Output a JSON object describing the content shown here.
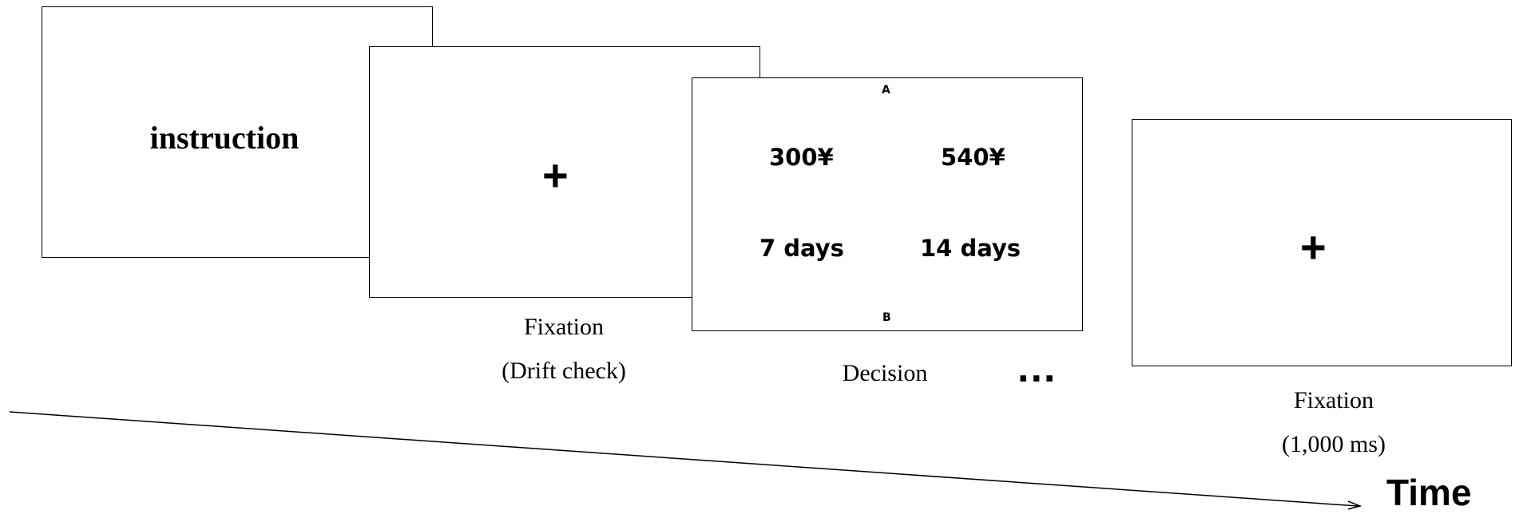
{
  "screens": {
    "instruction": {
      "text": "instruction"
    },
    "fixation_drift": {
      "symbol": "+"
    },
    "decision": {
      "label_top": "A",
      "label_bottom": "B",
      "amount_a": "300¥",
      "amount_b": "540¥",
      "delay_a": "7 days",
      "delay_b": "14 days"
    },
    "fixation_final": {
      "symbol": "+"
    }
  },
  "captions": {
    "fixation_drift_line1": "Fixation",
    "fixation_drift_line2": "(Drift check)",
    "decision": "Decision",
    "fixation_final_line1": "Fixation",
    "fixation_final_line2": "(1,000 ms)"
  },
  "continuation": "...",
  "timeline": {
    "label": "Time"
  }
}
